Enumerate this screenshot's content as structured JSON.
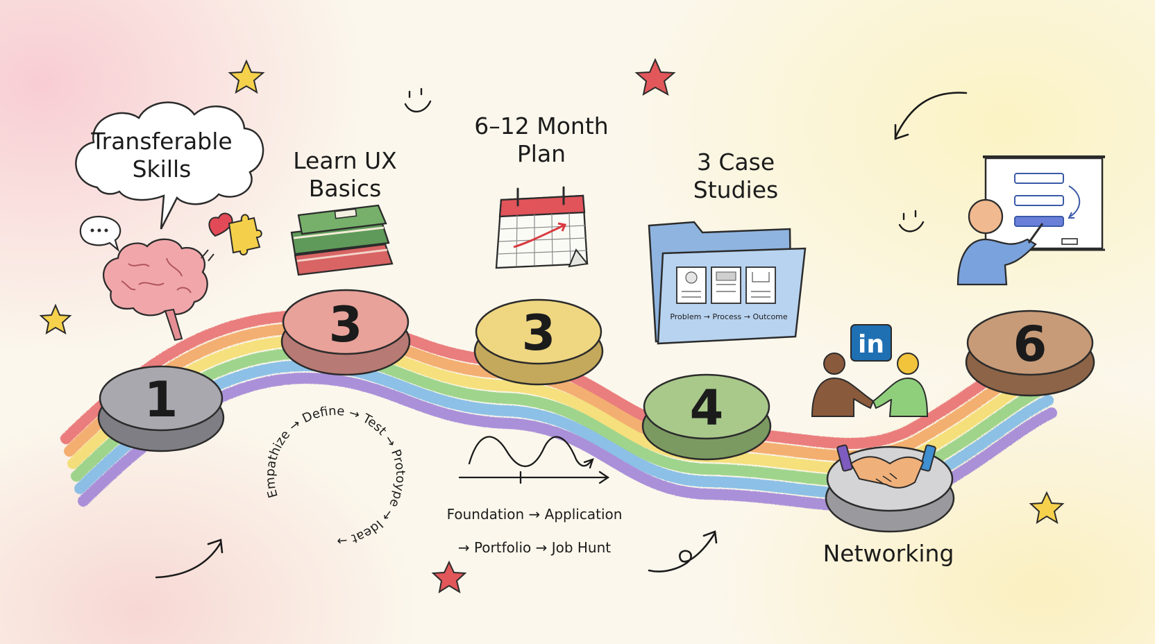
{
  "steps": [
    {
      "number": "1",
      "label": "Transferable\nSkills",
      "color": "#a8a8ae",
      "icon": "brain-icon"
    },
    {
      "number": "3",
      "label": "Learn UX\nBasics",
      "color": "#e8a29a",
      "icon": "books-icon"
    },
    {
      "number": "3",
      "label": "6–12 Month\nPlan",
      "color": "#efd681",
      "icon": "calendar-icon"
    },
    {
      "number": "4",
      "label": "3 Case\nStudies",
      "color": "#a9c98b",
      "icon": "folder-icon"
    },
    {
      "number": "",
      "label": "Networking",
      "color": "#d4d4d6",
      "icon": "handshake-icon"
    },
    {
      "number": "6",
      "label": "",
      "color": "#c79b78",
      "icon": "presenter-icon"
    }
  ],
  "cycle": {
    "text": "Empathize → Define → Test → Protoype → Ideat →"
  },
  "timeline": {
    "line1": "Foundation → Application",
    "line2": "→ Portfolio → Job Hunt"
  },
  "folder": {
    "caption": "Problem → Process → Outcome"
  },
  "linkedin": {
    "text": "in",
    "color": "#1f6fb3"
  },
  "rainbow_colors": [
    "#e8676b",
    "#f2a35c",
    "#f4dc6a",
    "#8fcf7c",
    "#79b7e6",
    "#9d7fd6"
  ]
}
